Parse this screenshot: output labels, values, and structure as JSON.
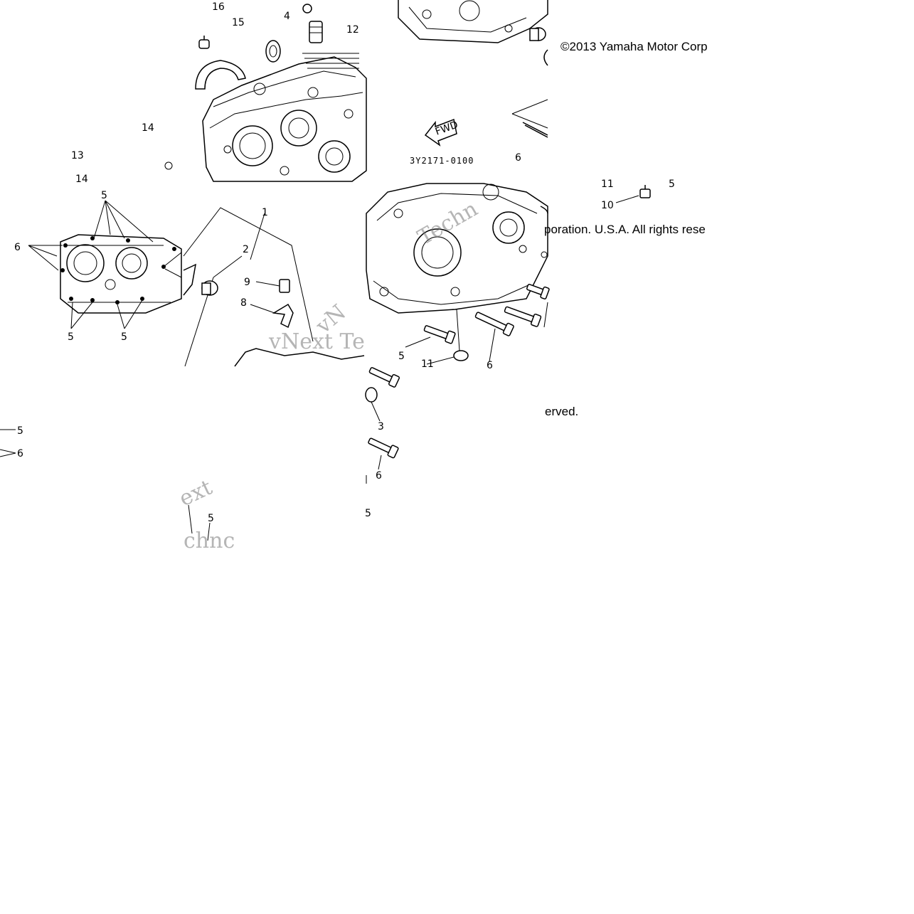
{
  "copyright": {
    "line1": "©2013 Yamaha Motor Corp",
    "line2": "poration. U.S.A. All rights rese",
    "line3": "erved."
  },
  "part_code": "3Y2171-0100",
  "fwd_label": "FWD",
  "watermark": {
    "text1": "vNext Te",
    "text2": "ext",
    "text3": "chnc",
    "text4": "Techn",
    "text5": "vN"
  },
  "callouts": {
    "c16": "16",
    "c15": "15",
    "c4": "4",
    "c12": "12",
    "c14a": "14",
    "c13": "13",
    "c14b": "14",
    "c6_fwd": "6",
    "c11_top": "11",
    "c5_top": "5",
    "c10": "10",
    "c5_left_top": "5",
    "c6_left": "6",
    "c5_left_bl": "5",
    "c5_left_br": "5",
    "c1": "1",
    "c2": "2",
    "c9": "9",
    "c8": "8",
    "c5_right": "5",
    "c11_bottom": "11",
    "c6_right": "6",
    "c3": "3",
    "c6_lower": "6",
    "c5_lower": "5",
    "c5_edge": "5",
    "c6_edge": "6",
    "c5_mid": "5"
  }
}
